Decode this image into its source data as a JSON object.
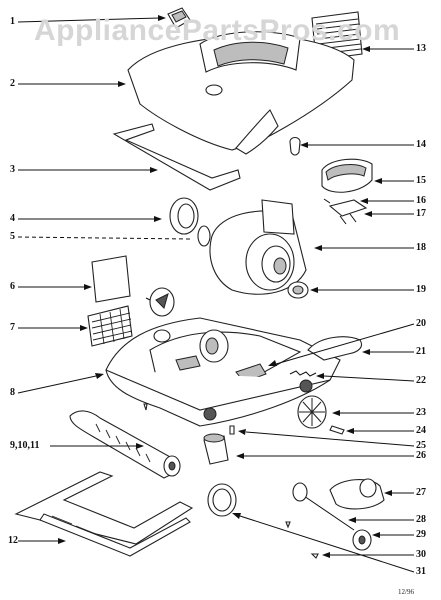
{
  "watermark": "AppliancePartsPros.com",
  "diagram_date": "12/96",
  "callouts": [
    {
      "id": "c1",
      "label": "1"
    },
    {
      "id": "c2",
      "label": "2"
    },
    {
      "id": "c3",
      "label": "3"
    },
    {
      "id": "c4",
      "label": "4"
    },
    {
      "id": "c5",
      "label": "5"
    },
    {
      "id": "c6",
      "label": "6"
    },
    {
      "id": "c7",
      "label": "7"
    },
    {
      "id": "c8",
      "label": "8"
    },
    {
      "id": "c9",
      "label": "9,10,11"
    },
    {
      "id": "c12",
      "label": "12"
    },
    {
      "id": "c13",
      "label": "13"
    },
    {
      "id": "c14",
      "label": "14"
    },
    {
      "id": "c15",
      "label": "15"
    },
    {
      "id": "c16",
      "label": "16"
    },
    {
      "id": "c17",
      "label": "17"
    },
    {
      "id": "c18",
      "label": "18"
    },
    {
      "id": "c19",
      "label": "19"
    },
    {
      "id": "c20",
      "label": "20"
    },
    {
      "id": "c21",
      "label": "21"
    },
    {
      "id": "c22",
      "label": "22"
    },
    {
      "id": "c23",
      "label": "23"
    },
    {
      "id": "c24",
      "label": "24"
    },
    {
      "id": "c25",
      "label": "25"
    },
    {
      "id": "c26",
      "label": "26"
    },
    {
      "id": "c27",
      "label": "27"
    },
    {
      "id": "c28",
      "label": "28"
    },
    {
      "id": "c29",
      "label": "29"
    },
    {
      "id": "c30",
      "label": "30"
    },
    {
      "id": "c31",
      "label": "31"
    }
  ]
}
